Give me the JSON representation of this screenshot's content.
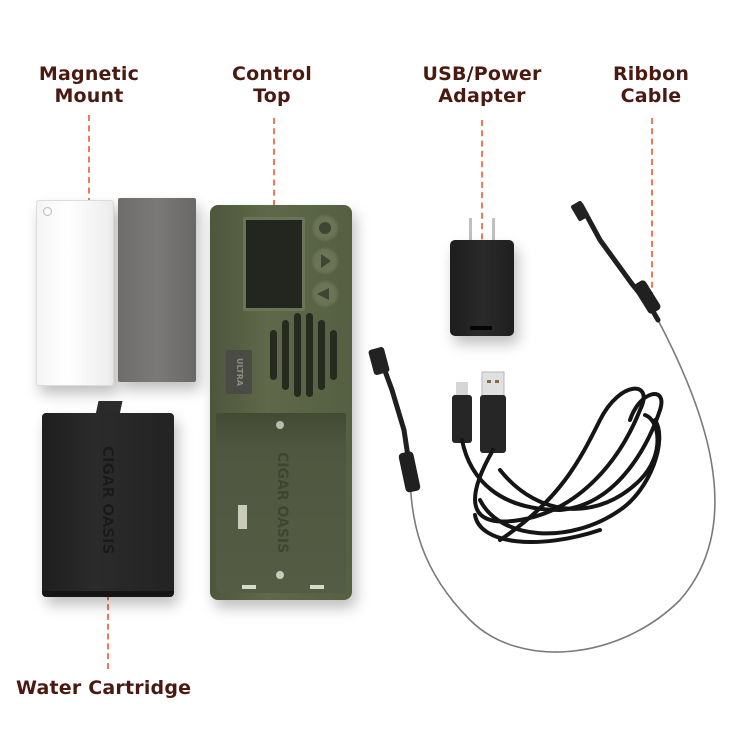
{
  "labels": {
    "magnetic_mount": {
      "line1": "Magnetic",
      "line2": "Mount"
    },
    "control_top": {
      "line1": "Control",
      "line2": "Top"
    },
    "usb_power_adapter": {
      "line1": "USB/Power",
      "line2": "Adapter"
    },
    "ribbon_cable": {
      "line1": "Ribbon",
      "line2": "Cable"
    },
    "water_cartridge": {
      "line1": "Water Cartridge"
    }
  },
  "colors": {
    "label_text": "#4a1a10",
    "leader_line": "#f07a55",
    "device_green": "#5b6347",
    "cartridge_black": "#222222",
    "background": "#ffffff"
  },
  "device": {
    "buttons": [
      "circle-button",
      "play-button",
      "up-arrow-button"
    ],
    "logo_text": "CIGAR OASIS",
    "badge_text": "ULTRA"
  }
}
